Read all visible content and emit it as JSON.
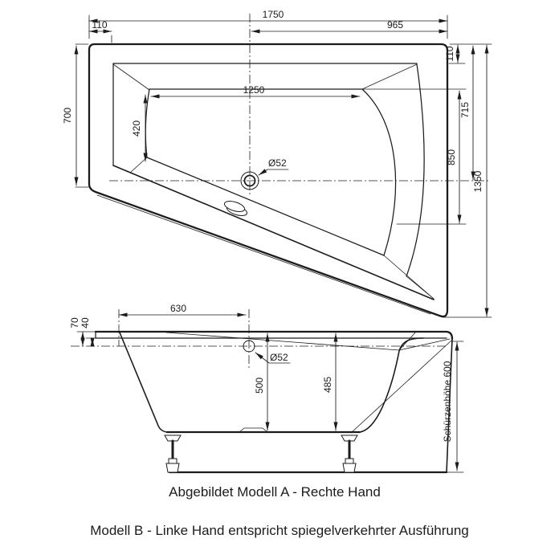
{
  "diagram": {
    "top_view": {
      "dim_overall_length": "1750",
      "dim_rim_left": "110",
      "dim_right_section": "965",
      "dim_left_height": "700",
      "dim_basin_length": "1250",
      "dim_basin_width_left": "420",
      "dim_drain": "Ø52",
      "dim_rim_right": "110",
      "dim_top_to_centerline": "715",
      "dim_basin_height_right": "850",
      "dim_right_height": "1350"
    },
    "side_view": {
      "dim_rim_height": "70",
      "dim_rim_lower": "40",
      "dim_drain_offset": "630",
      "dim_drain": "Ø52",
      "dim_depth_at_drain": "500",
      "dim_depth_right": "485",
      "dim_apron_height": "Schürzenhöhe 600"
    },
    "captions": {
      "model_a": "Abgebildet Modell A - Rechte Hand",
      "model_b": "Modell B - Linke Hand entspricht spiegelverkehrter Ausführung"
    },
    "colors": {
      "line": "#1c1c1c",
      "background": "#ffffff"
    }
  }
}
